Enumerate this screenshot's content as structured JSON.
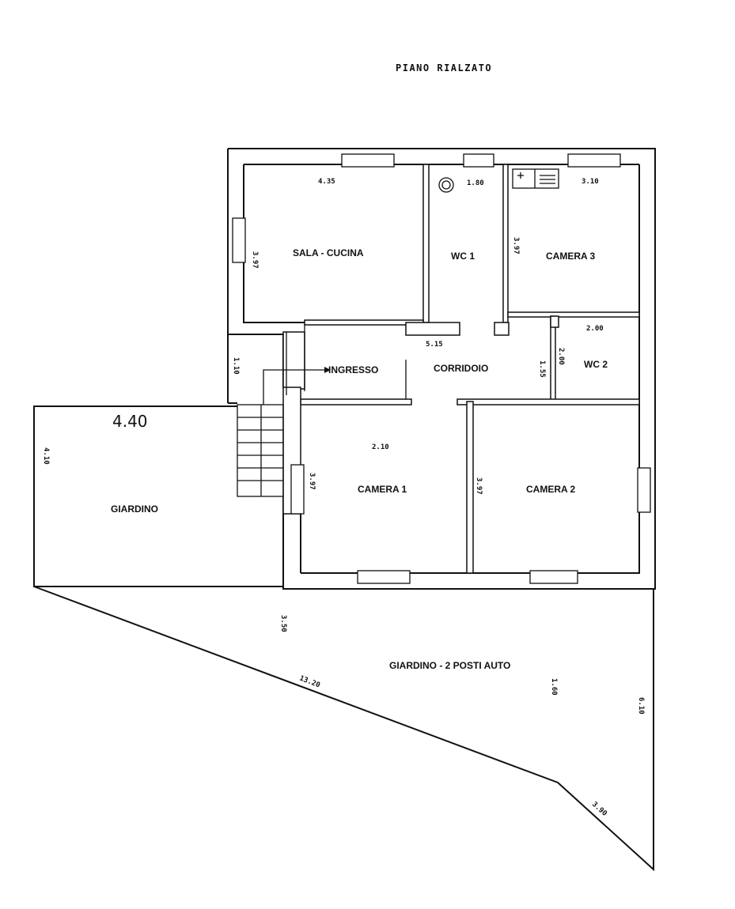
{
  "title": "PIANO RIALZATO",
  "rooms": {
    "sala_cucina": "SALA - CUCINA",
    "wc1": "WC 1",
    "camera3": "CAMERA 3",
    "wc2": "WC 2",
    "ingresso": "INGRESSO",
    "corridoio": "CORRIDOIO",
    "camera1": "CAMERA 1",
    "camera2": "CAMERA 2",
    "giardino": "GIARDINO",
    "giardino_posti": "GIARDINO - 2 POSTI AUTO"
  },
  "dimensions": {
    "sala_width": "4.35",
    "sala_height": "3.97",
    "wc1_width": "1.80",
    "camera3_width": "3.10",
    "camera3_height": "3.97",
    "wc2_width": "2.00",
    "wc2_height": "2.00",
    "corridoio_width": "5.15",
    "corridoio_height": "1.55",
    "ingresso_height": "1.10",
    "camera1_width": "2.10",
    "camera1_height": "3.97",
    "camera2_height": "3.97",
    "giardino_top": "4.40",
    "giardino_side": "4.10",
    "garden_a": "3.50",
    "garden_b": "13.20",
    "garden_c": "1.60",
    "garden_d": "6.10",
    "garden_e": "3.90"
  }
}
